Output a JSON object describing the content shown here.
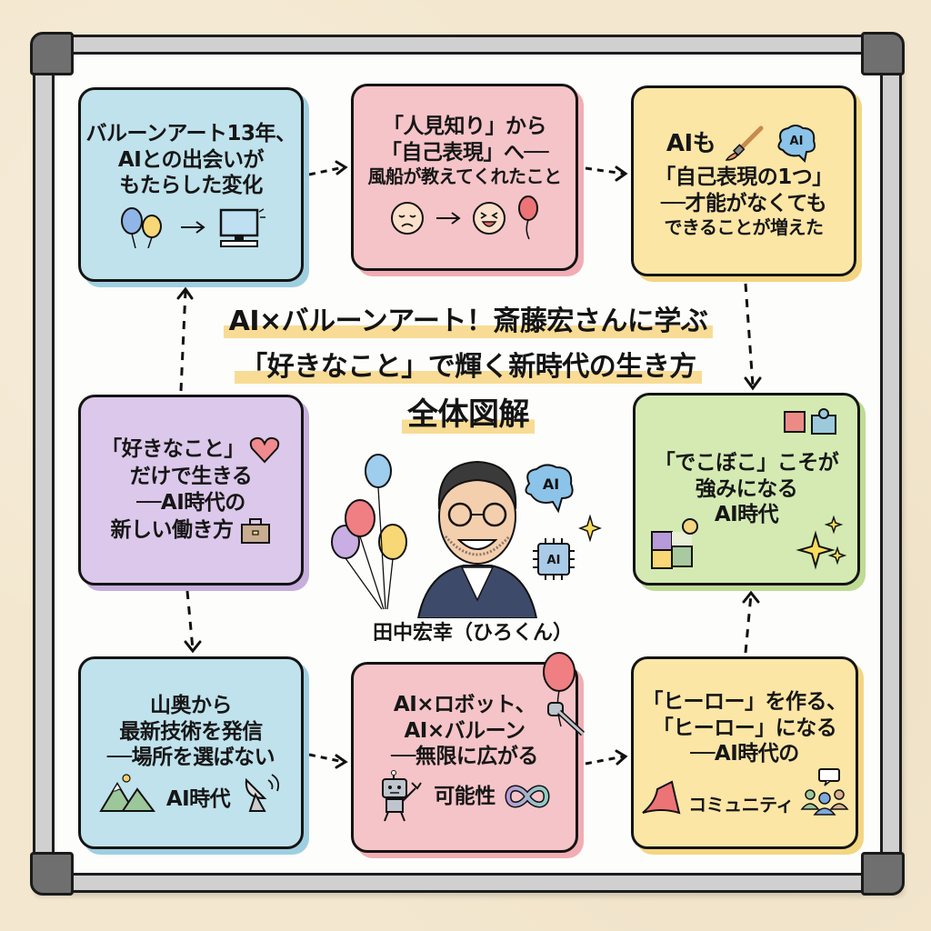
{
  "title": {
    "line1": "AI×バルーンアート！斎藤宏さんに学ぶ",
    "line2": "「好きなこと」で輝く新時代の生き方",
    "line3": "全体図解"
  },
  "center": {
    "person_name": "田中宏幸（ひろくん）",
    "icons": [
      "balloons-icon",
      "person-portrait",
      "ai-brain-icon",
      "ai-chip-icon",
      "sparkle-icon"
    ],
    "brain_label": "AI",
    "chip_label": "AI"
  },
  "cards": [
    {
      "id": "c1",
      "color": "#bfe2ec",
      "lines": [
        "バルーンアート13年、",
        "AIとの出会いが",
        "もたらした変化"
      ],
      "icons": [
        "balloons-icon",
        "arrow-right-icon",
        "computer-icon"
      ]
    },
    {
      "id": "c2",
      "color": "#f5c4c8",
      "lines": [
        "「人見知り」から",
        "「自己表現」へ──",
        "風船が教えてくれたこと"
      ],
      "icons": [
        "sad-face-icon",
        "arrow-right-icon",
        "happy-face-icon",
        "balloon-icon"
      ]
    },
    {
      "id": "c3",
      "color": "#fbe6a6",
      "lines": [
        "AIも",
        "「自己表現の1つ」",
        "──才能がなくても",
        "できることが増えた"
      ],
      "icons": [
        "paintbrush-icon",
        "ai-brain-icon"
      ],
      "brain_label": "AI"
    },
    {
      "id": "c4",
      "color": "#dcc8ea",
      "lines": [
        "「好きなこと」",
        "だけで生きる",
        "──AI時代の",
        "新しい働き方"
      ],
      "icons": [
        "heart-icon",
        "briefcase-icon"
      ]
    },
    {
      "id": "c5",
      "color": "#d4eab2",
      "lines": [
        "「でこぼこ」こそが",
        "強みになる",
        "AI時代"
      ],
      "icons": [
        "puzzle-icon",
        "sparkle-icon"
      ]
    },
    {
      "id": "c6",
      "color": "#bfe2ec",
      "lines": [
        "山奥から",
        "最新技術を発信",
        "──場所を選ばない",
        "AI時代"
      ],
      "icons": [
        "mountain-icon",
        "satellite-dish-icon"
      ]
    },
    {
      "id": "c7",
      "color": "#f5c4c8",
      "lines": [
        "AI×ロボット、",
        "AI×バルーン",
        "──無限に広がる",
        "可能性"
      ],
      "icons": [
        "robot-icon",
        "robot-hand-balloon-icon",
        "infinity-icon"
      ]
    },
    {
      "id": "c8",
      "color": "#fbe6a6",
      "lines": [
        "「ヒーロー」を作る、",
        "「ヒーロー」になる",
        "──AI時代の",
        "コミュニティ"
      ],
      "icons": [
        "cape-icon",
        "community-people-icon"
      ]
    }
  ],
  "flow": [
    {
      "from": "c4",
      "to": "c1",
      "direction": "up"
    },
    {
      "from": "c1",
      "to": "c2",
      "direction": "right"
    },
    {
      "from": "c2",
      "to": "c3",
      "direction": "right"
    },
    {
      "from": "c3",
      "to": "c5",
      "direction": "down"
    },
    {
      "from": "c4",
      "to": "c6",
      "direction": "down"
    },
    {
      "from": "c6",
      "to": "c7",
      "direction": "right"
    },
    {
      "from": "c7",
      "to": "c8",
      "direction": "right"
    },
    {
      "from": "c8",
      "to": "c5",
      "direction": "up"
    }
  ],
  "colors": {
    "background": "#f3e7cf",
    "board_frame": "#cfd0cf",
    "board_surface": "#fdfdfc",
    "corner": "#6f6f6f",
    "title_highlight": "#f8dc95",
    "ink": "#141414"
  }
}
